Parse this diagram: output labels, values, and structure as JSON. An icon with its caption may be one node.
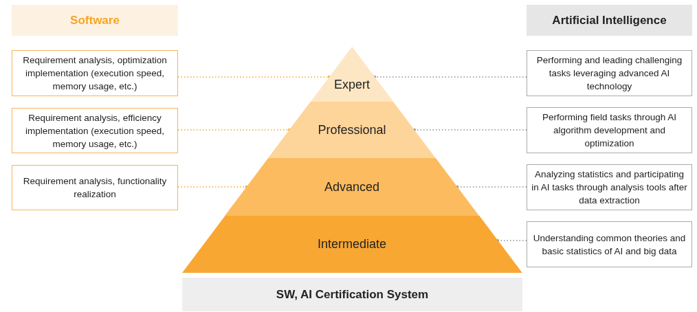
{
  "diagram": {
    "nodes": [
      {
        "text": [
          "Software"
        ]
      },
      {
        "text": [
          "Artificial Intelligence"
        ]
      },
      {
        "text": [
          "Requirement analysis, optimization implementation (execution speed, memory usage, etc.)"
        ]
      },
      {
        "text": [
          "Expert"
        ]
      },
      {
        "text": [
          "Performing and leading challenging tasks leveraging advanced AI technology"
        ]
      },
      {
        "text": [
          "Requirement analysis, efficiency implementation (execution speed, memory usage, etc.)"
        ]
      },
      {
        "text": [
          "Professional"
        ]
      },
      {
        "text": [
          "Performing field tasks through AI algorithm development and optimization"
        ]
      },
      {
        "text": [
          "Requirement analysis, functionality realization"
        ]
      },
      {
        "text": [
          "Advanced"
        ]
      },
      {
        "text": [
          "Analyzing statistics and participating in AI tasks through analysis tools after data extraction"
        ]
      },
      {
        "text": [
          "Intermediate"
        ]
      },
      {
        "text": [
          "Understanding common theories and basic statistics of AI and big data"
        ]
      },
      {
        "text": [
          "SW, AI Certification System"
        ]
      }
    ],
    "edges": [
      {
        "from": 2,
        "to": 3,
        "arrow": "other",
        "style": "dashed",
        "color": "#f5a623"
      },
      {
        "from": 4,
        "to": 3,
        "arrow": "other",
        "style": "dashed"
      },
      {
        "from": 5,
        "to": 6,
        "arrow": "other",
        "style": "dashed",
        "color": "#f5a623"
      },
      {
        "from": 7,
        "to": 6,
        "arrow": "other",
        "style": "dashed"
      },
      {
        "from": 8,
        "to": 9,
        "arrow": "other",
        "style": "dashed",
        "color": "#f5a623"
      },
      {
        "from": 10,
        "to": 9,
        "arrow": "other",
        "style": "dashed"
      },
      {
        "from": 12,
        "to": 11,
        "arrow": "other",
        "style": "dashed"
      }
    ]
  }
}
